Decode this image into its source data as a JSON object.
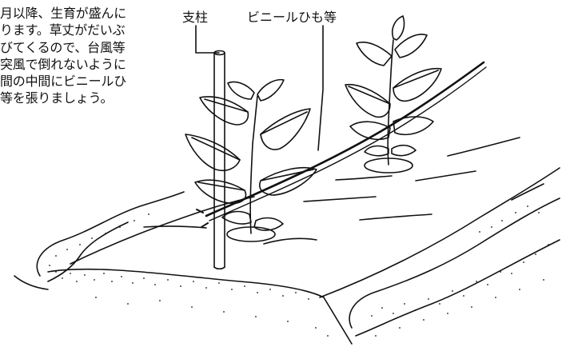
{
  "body_text": {
    "lines": [
      "月以降、生育が盛んに",
      "ります。草丈がだいぶ",
      "びてくるので、台風等",
      "突風で倒れないように",
      "間の中間にビニールひ",
      "等を張りましょう。"
    ]
  },
  "callouts": {
    "post": "支柱",
    "string": "ビニールひも等"
  },
  "colors": {
    "ink": "#111111",
    "paper": "#ffffff"
  }
}
